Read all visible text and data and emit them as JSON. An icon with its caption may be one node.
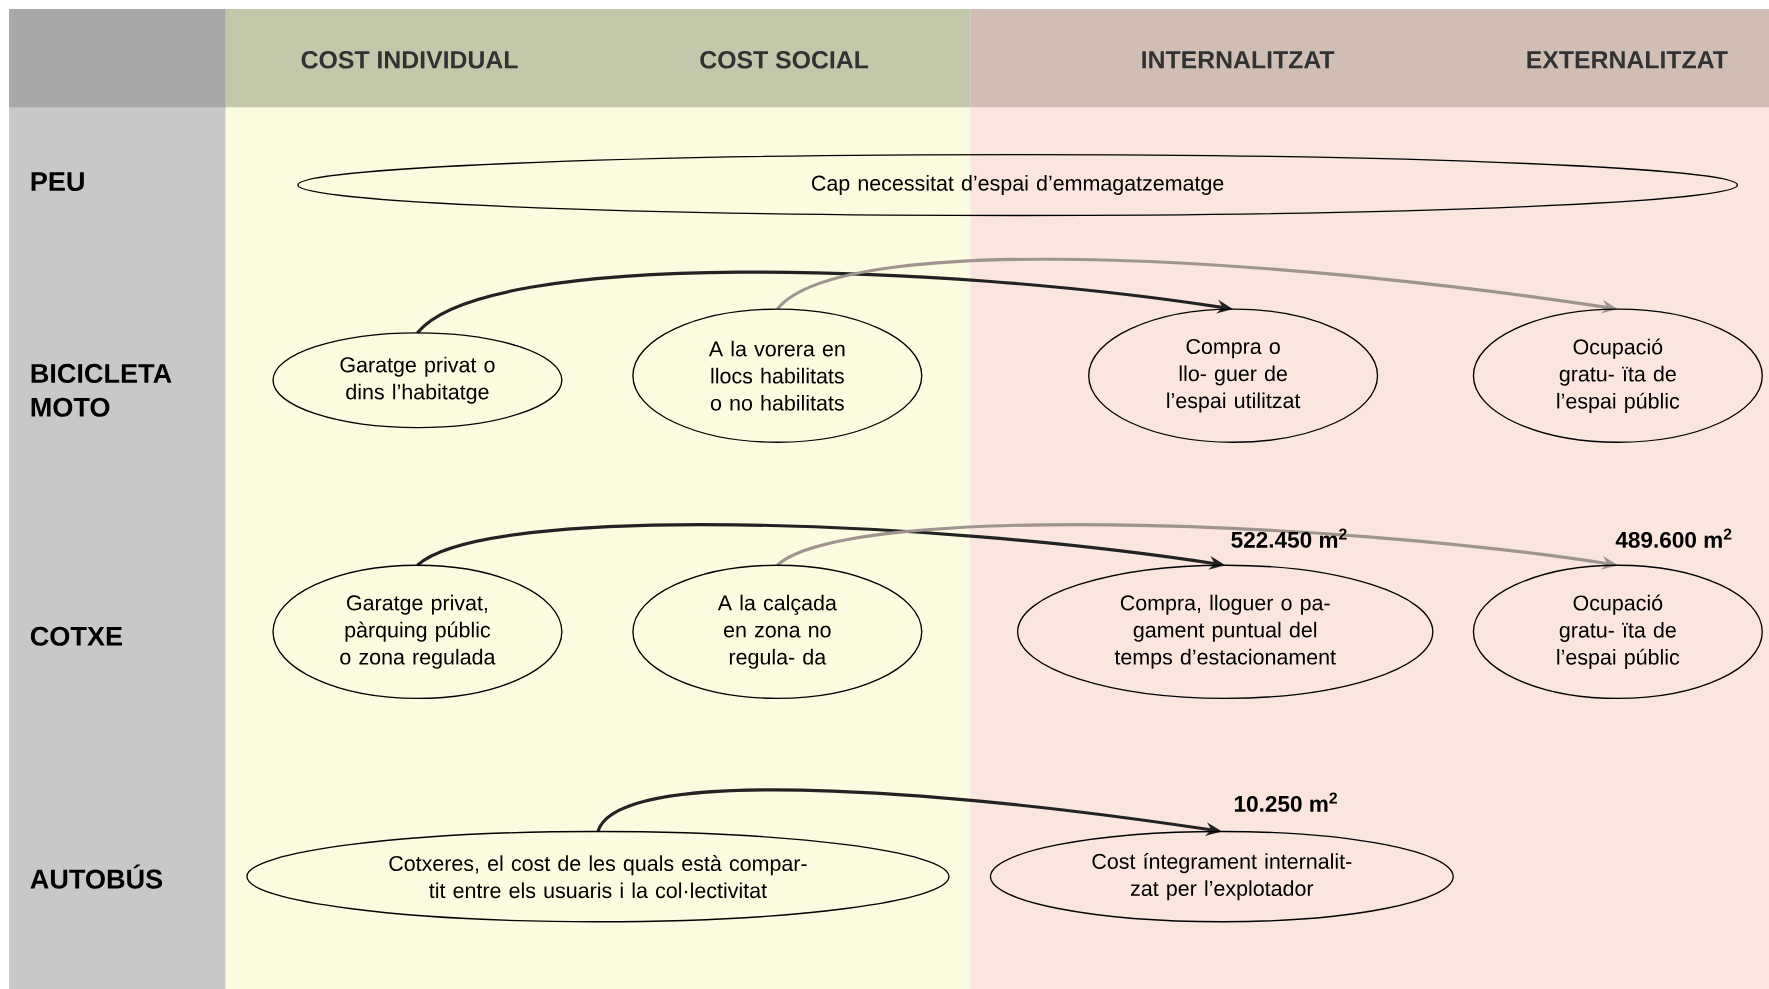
{
  "diagram": {
    "nodes": [
      {
        "text": [
          "Cap necessitat d’espai d’emmagatzematge"
        ]
      },
      {
        "text": [
          "Garatge privat o dins l’habitatge"
        ]
      },
      {
        "text": [
          "A la vorera en llocs habilitats o no habilitats"
        ]
      },
      {
        "text": [
          "Compra o llo- guer de l’espai utilitzat"
        ]
      },
      {
        "text": [
          "Ocupació gratu- ïta de l’espai públic"
        ]
      },
      {
        "text": [
          "Garatge privat, pàrquing públic o zona regulada"
        ]
      },
      {
        "text": [
          "A la calçada en zona no regula- da"
        ]
      },
      {
        "text": [
          "Compra, lloguer o pa- gament puntual del temps d’estacionament"
        ],
        "beside": [
          "522.450 m$^{2}$"
        ]
      },
      {
        "text": [
          "Ocupació gratu- ïta de l’espai públic"
        ],
        "beside": [
          "489.600 m$^{2}$"
        ]
      },
      {
        "text": [
          "Cotxeres, el cost de les quals està compar- tit entre els usuaris i la col·lectivitat"
        ]
      },
      {
        "text": [
          "Cost íntegrament internalit- zat per l’explotador"
        ],
        "beside": [
          "10.250 m$^{2}$"
        ]
      }
    ],
    "edges": [
      {
        "from": 1,
        "to": 3,
        "arrow": "to"
      },
      {
        "from": 2,
        "to": 4,
        "arrow": "to",
        "color": "#a0958e"
      },
      {
        "from": 5,
        "to": 7,
        "arrow": "to"
      },
      {
        "from": 6,
        "to": 8,
        "arrow": "to",
        "color": "#a0958e"
      },
      {
        "from": 9,
        "to": 10,
        "arrow": "to"
      }
    ],
    "labels": [
      "COST INDIVIDUAL",
      "COST SOCIAL",
      "INTERNALITZAT",
      "EXTERNALITZAT",
      "PEU",
      "BICICLETA MOTO",
      "COTXE",
      "AUTOBÚS"
    ]
  }
}
